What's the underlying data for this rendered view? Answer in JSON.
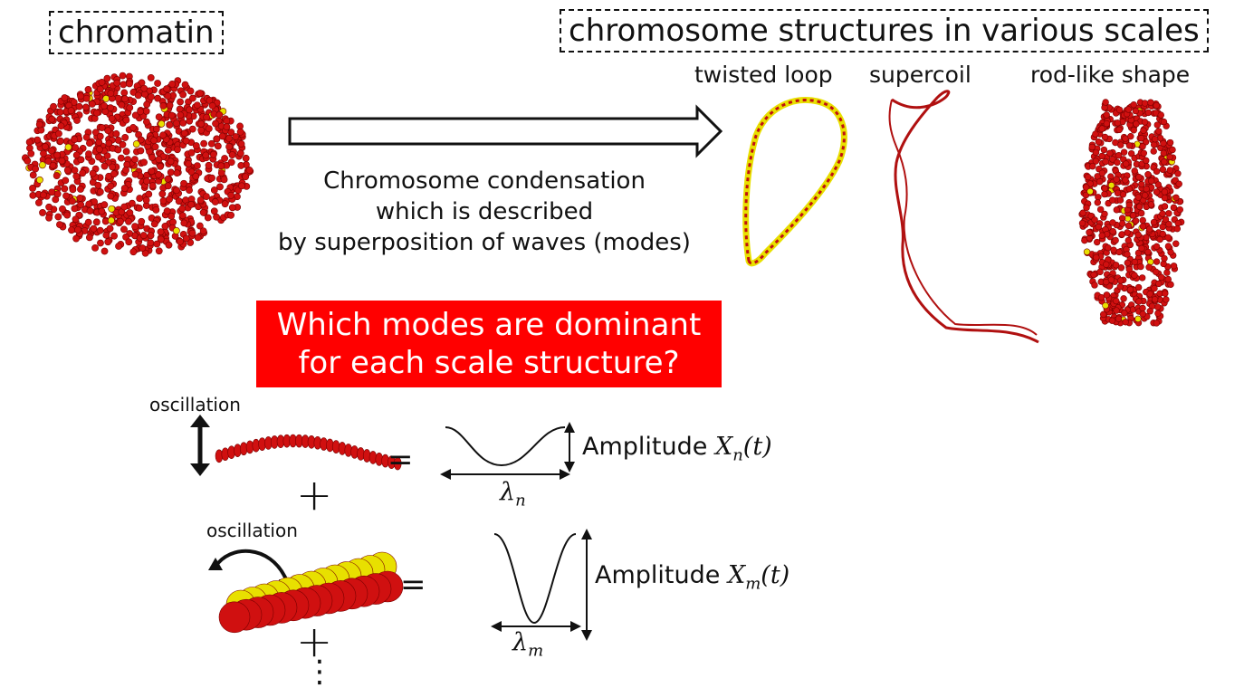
{
  "header": {
    "chromatin_label": "chromatin",
    "scales_title": "chromosome structures in various scales"
  },
  "structures": {
    "twisted_loop": "twisted loop",
    "supercoil": "supercoil",
    "rod_like": "rod-like shape"
  },
  "arrow_caption": {
    "line1": "Chromosome condensation",
    "line2": "which is described",
    "line3": "by superposition of waves (modes)"
  },
  "callout": {
    "line1": "Which modes are dominant",
    "line2": "for each scale structure?"
  },
  "modes": {
    "oscillation_1": "oscillation",
    "oscillation_2": "oscillation",
    "equals": "=",
    "plus": "+",
    "ellipsis": "⋮",
    "amplitude_word": "Amplitude",
    "amp_n": "X",
    "amp_n_sub": "n",
    "amp_m": "X",
    "amp_m_sub": "m",
    "amp_arg": "(t)",
    "lambda": "λ",
    "lambda_n_sub": "n",
    "lambda_m_sub": "m"
  },
  "colors": {
    "bead_red": "#d01010",
    "bead_yellow": "#e8e000",
    "callout_bg": "#ff0000"
  }
}
